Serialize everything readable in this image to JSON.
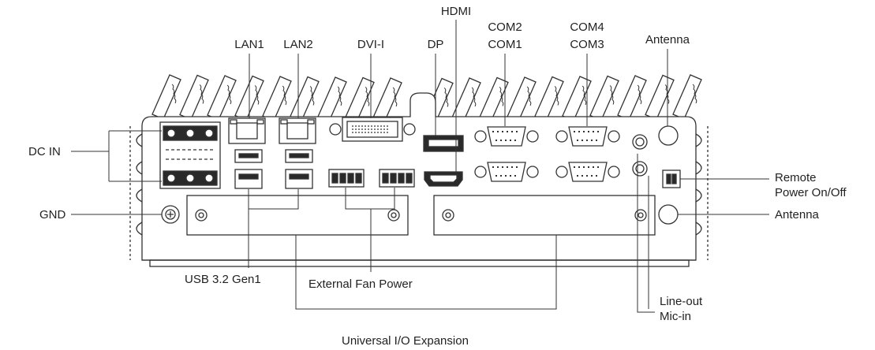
{
  "labels": {
    "lan1": "LAN1",
    "lan2": "LAN2",
    "dvi": "DVI-I",
    "dp": "DP",
    "hdmi": "HDMI",
    "com2": "COM2",
    "com1": "COM1",
    "com4": "COM4",
    "com3": "COM3",
    "antenna_top": "Antenna",
    "dc_in": "DC IN",
    "gnd": "GND",
    "remote_line1": "Remote",
    "remote_line2": "Power On/Off",
    "antenna_right": "Antenna",
    "usb": "USB 3.2 Gen1",
    "fan": "External Fan Power",
    "lineout": "Line-out",
    "micin": "Mic-in",
    "uio": "Universal I/O Expansion"
  },
  "colors": {
    "stroke": "#333333",
    "body": "#ffffff",
    "port_fill": "#2a2a2a",
    "label": "#222222"
  }
}
